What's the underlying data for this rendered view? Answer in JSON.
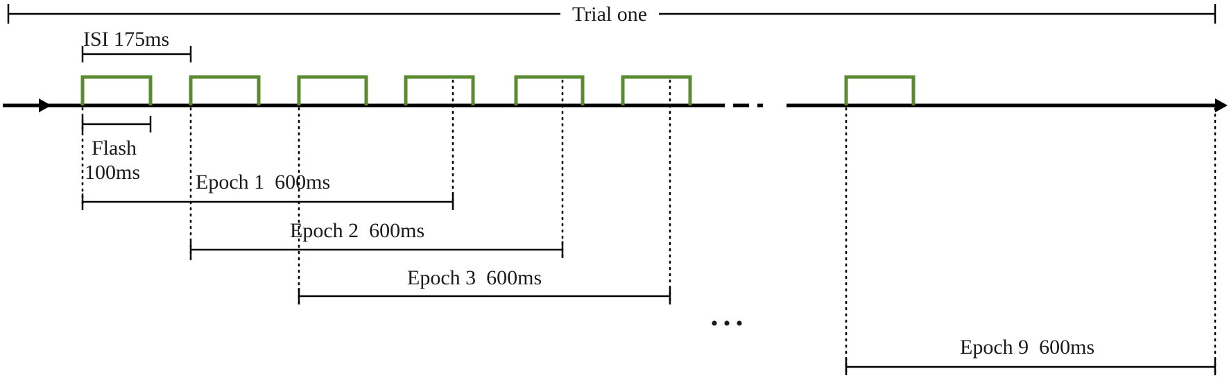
{
  "diagram": {
    "trial_label": "Trial one",
    "isi_label": "ISI 175ms",
    "flash_label_line1": "Flash",
    "flash_label_line2": "100ms",
    "ellipsis": "• • •",
    "epochs": [
      {
        "label": "Epoch 1  600ms"
      },
      {
        "label": "Epoch 2  600ms"
      },
      {
        "label": "Epoch 3  600ms"
      },
      {
        "label": "Epoch 9  600ms"
      }
    ],
    "colors": {
      "pulse": "#5a8a32",
      "axis": "#000000",
      "text": "#1a1a1a"
    },
    "icons": {
      "arrow_start": "arrowhead-right-icon",
      "arrow_end": "arrowhead-right-icon"
    }
  }
}
